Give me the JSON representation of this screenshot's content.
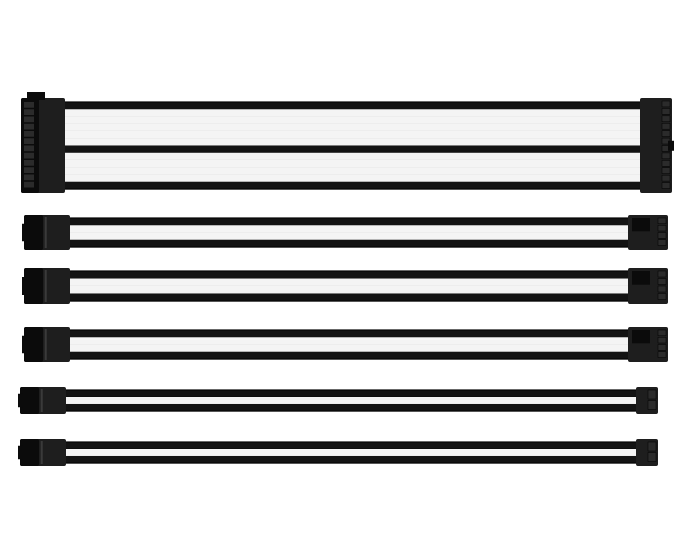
{
  "scene": {
    "background": "#ffffff",
    "colors": {
      "sleeve_black": "#131313",
      "sleeve_white": "#f4f4f4",
      "sleeve_edge": "#050505",
      "connector": "#1e1e1e",
      "connector_dark": "#0b0b0b",
      "connector_face": "#2b2b2b"
    },
    "cables": [
      {
        "id": "atx-24pin",
        "left_connector": "atx-24pin",
        "right_connector": "atx-24pin",
        "wire_rows": 12,
        "white_rows": [
          1,
          2,
          3,
          4,
          5,
          7,
          8,
          9,
          10
        ]
      },
      {
        "id": "pcie-8pin-a",
        "left_connector": "pcie-8pin",
        "right_connector": "pcie-6plus2-pin",
        "wire_rows": 4,
        "white_rows": [
          1,
          2
        ]
      },
      {
        "id": "pcie-8pin-b",
        "left_connector": "pcie-8pin",
        "right_connector": "pcie-6plus2-pin",
        "wire_rows": 4,
        "white_rows": [
          1,
          2
        ]
      },
      {
        "id": "pcie-8pin-c",
        "left_connector": "pcie-8pin",
        "right_connector": "pcie-6plus2-pin",
        "wire_rows": 4,
        "white_rows": [
          1,
          2
        ]
      },
      {
        "id": "eps-4pin-a",
        "left_connector": "eps-4pin",
        "right_connector": "eps-4pin",
        "wire_rows": 3,
        "white_rows": [
          1
        ]
      },
      {
        "id": "eps-4pin-b",
        "left_connector": "eps-4pin",
        "right_connector": "eps-4pin",
        "wire_rows": 3,
        "white_rows": [
          1
        ]
      }
    ]
  }
}
